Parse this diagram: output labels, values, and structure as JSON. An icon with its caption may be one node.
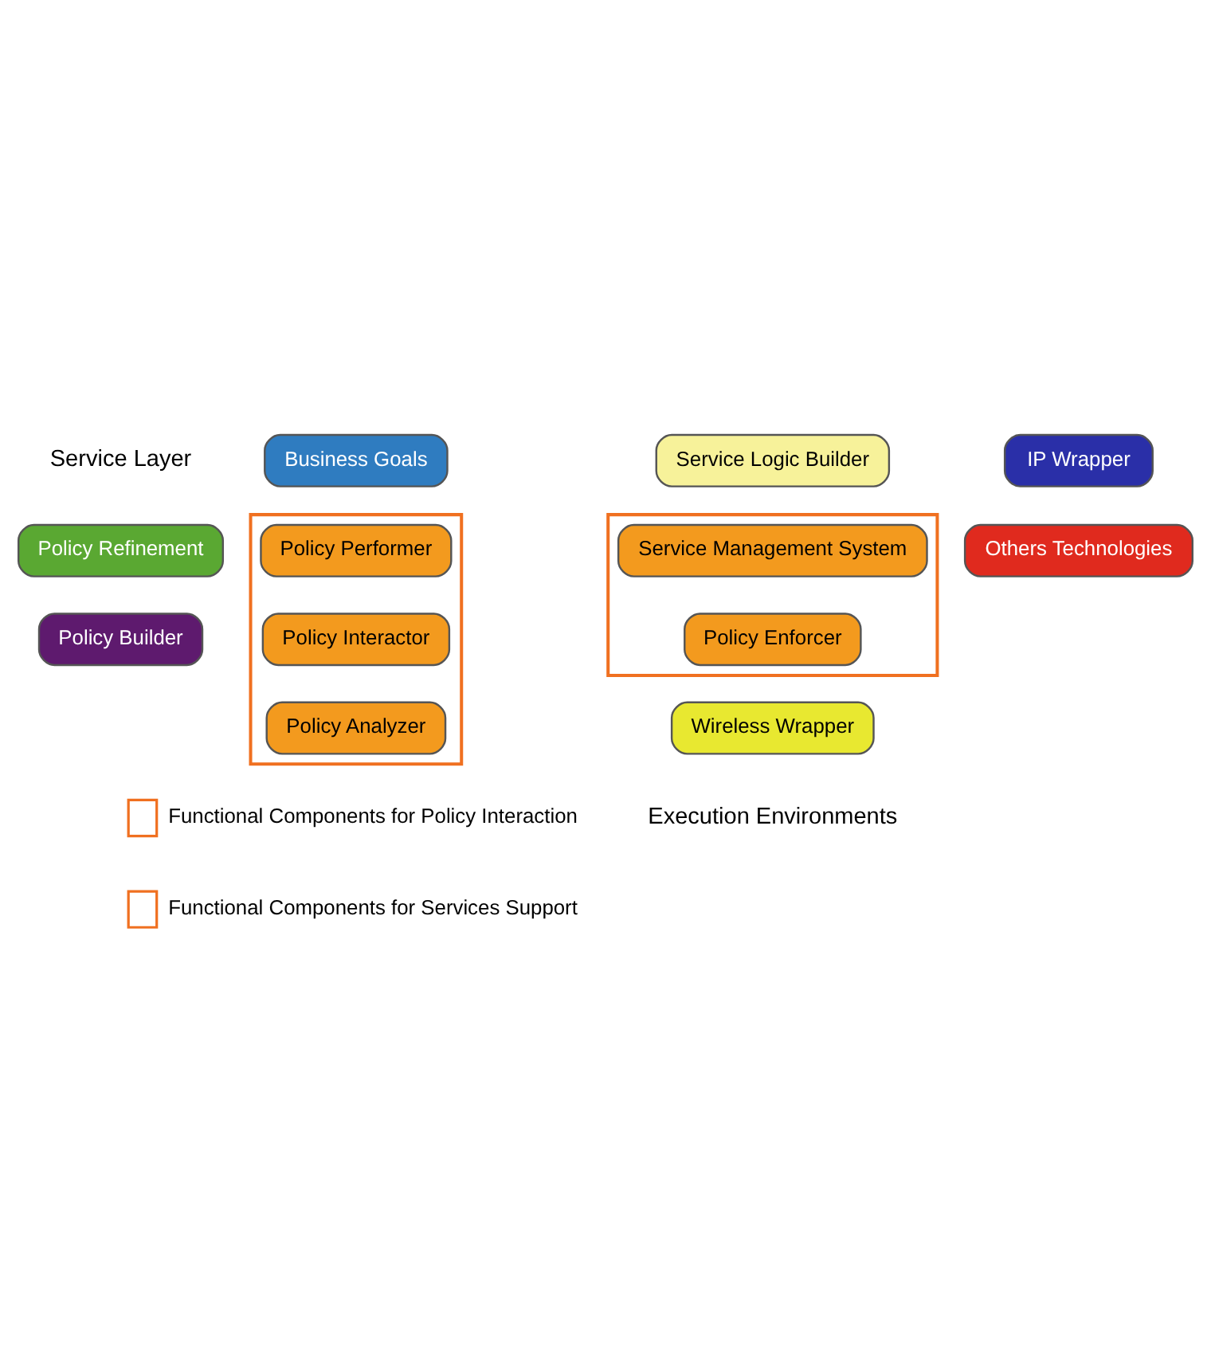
{
  "diagram": {
    "nodes": [
      {
        "text": [
          "Policy Refinement"
        ]
      },
      {
        "text": [
          "Business Goals"
        ]
      },
      {
        "text": [
          "Service Logic Builder"
        ]
      },
      {
        "text": [
          "Policy Builder"
        ]
      },
      {
        "text": [],
        "shape": "box"
      },
      {
        "text": [
          "Policy Performer"
        ],
        "in": 4
      },
      {
        "text": [
          "Policy Interactor"
        ],
        "in": 4
      },
      {
        "text": [
          "Policy Analyzer"
        ],
        "in": 4
      },
      {
        "text": [],
        "shape": "box"
      },
      {
        "text": [
          "Service Management System"
        ],
        "in": 8
      },
      {
        "text": [
          "Policy Enforcer"
        ],
        "in": 8
      },
      {
        "text": [
          "IP Wrapper"
        ]
      },
      {
        "text": [
          "Wireless Wrapper"
        ]
      },
      {
        "text": [
          "Others Technologies"
        ]
      }
    ],
    "edges": [],
    "labels": [
      "Service Layer",
      "Execution Environments"
    ],
    "legend": [
      {
        "text": "Functional Components for Policy Interaction"
      },
      {
        "text": "Functional Components for Services Support"
      }
    ]
  }
}
